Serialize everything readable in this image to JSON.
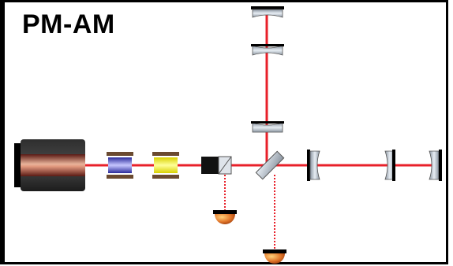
{
  "diagram": {
    "title": "PM-AM",
    "beam_color": "#e8202a",
    "components": [
      "laser",
      "eom-blue",
      "eom-yellow",
      "pickoff-beamsplitter",
      "photodetector-left",
      "central-beamsplitter",
      "photodetector-bottom",
      "arm-mirror-vertical-input",
      "arm-mirror-vertical-middle",
      "arm-mirror-vertical-end",
      "arm-mirror-horizontal-input",
      "arm-mirror-horizontal-middle",
      "arm-mirror-horizontal-end"
    ]
  }
}
